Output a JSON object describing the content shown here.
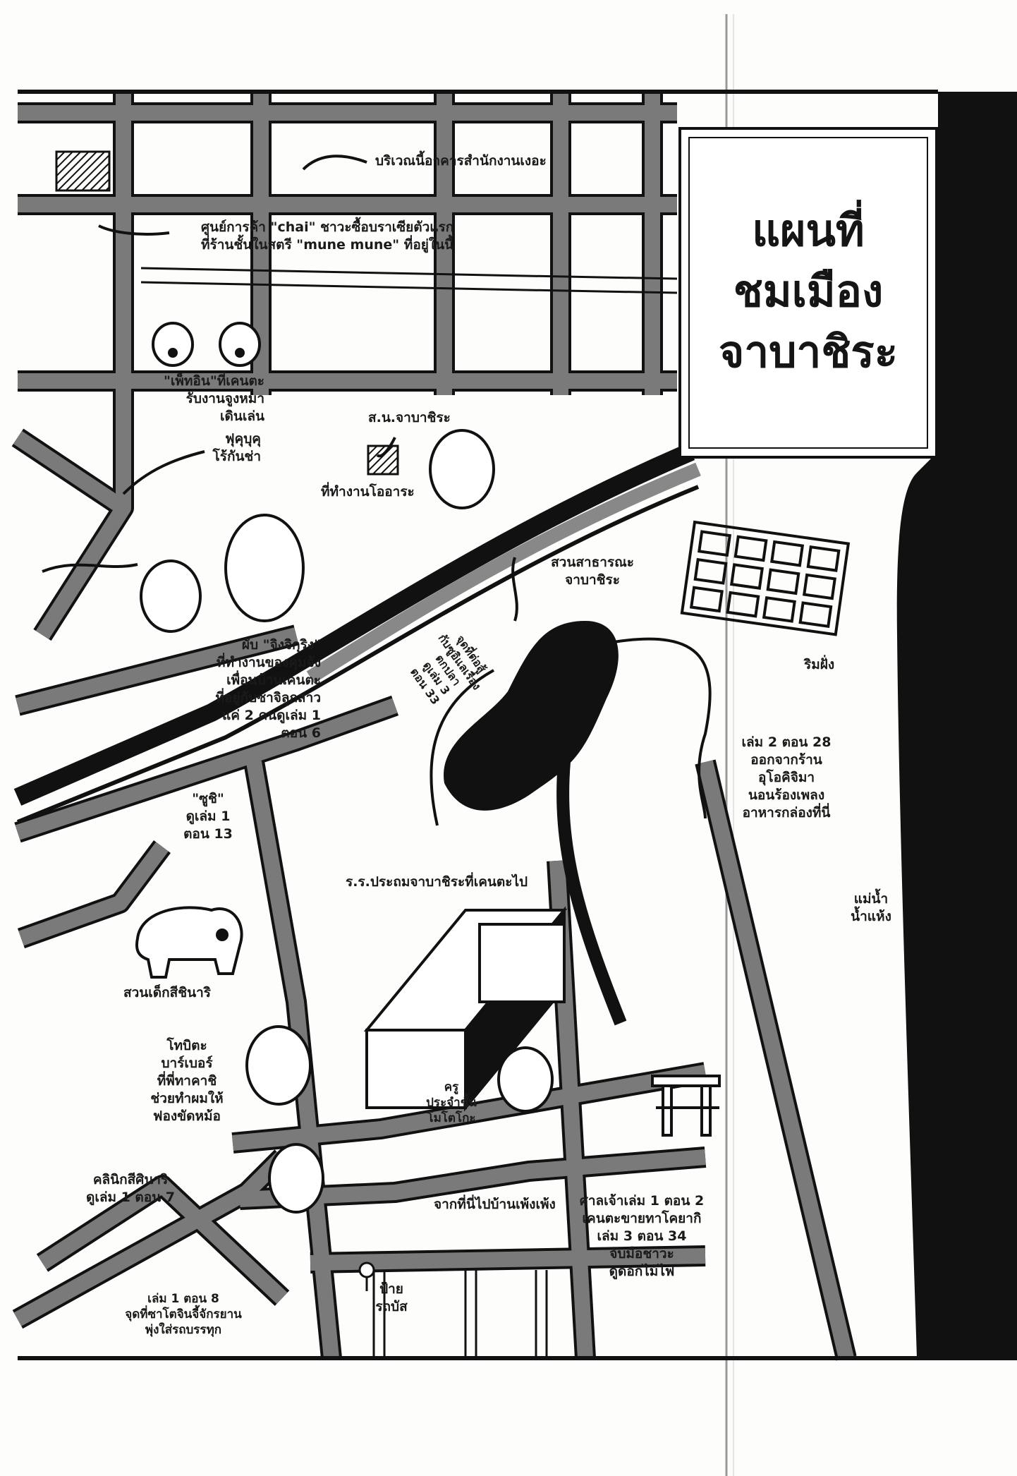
{
  "title": "แผนที่\nชมเมือง\nจาบาชิระ",
  "labels": {
    "office_area": "บริเวณนี้อาคารสำนักงานเงอะ",
    "mall": "ศูนย์การค้า \"chai\" ชาวะซื้อบราเซียตัวแรก\nที่ร้านชั้นในสตรี \"mune mune\" ที่อยู่ในนี้",
    "pet_inn": "\"เพ็ทอิน\"ที่เคนตะ\nรับงานจูงหมา\nเดินเล่น",
    "fukubuku": "ฟุคุบุคุ\nโร้กันช่า",
    "police": "ส.น.จาบาชิระ",
    "oara_office": "ที่ทำงานโออาระ",
    "pub": "ผับ \"จิงจิกุริง\"\nที่ทำงานของคุมจัง\nเพื่อนบ้านเคนตะ\nที่อยู่กับซาจิลูกสาว\nแค่ 2 คนดูเล่ม 1\nตอน 6",
    "sushi": "\"ซูชิ\"\nดูเล่ม 1\nตอน 13",
    "park": "สวนสาธารณะ\nจาบาชิระ",
    "fishing": "จุดที่ต่อสู้\nกับซูอิแลเรื่อง\nตกปลา\nดูเล่ม 3\nตอน 33",
    "riverbank": "ริมฝั่ง",
    "vol2_ep28": "เล่ม 2 ตอน 28\nออกจากร้าน\nอุโอคิจิมา\nนอนร้องเพลง\nอาหารกล่องที่นี่",
    "river": "แม่น้ำ\nน้ำแห้ง",
    "school": "ร.ร.ประถมจาบาชิระที่เคนตะไป",
    "kids_park": "สวนเด็กสีชินาริ",
    "barber": "โทบิตะ\nบาร์เบอร์\nที่พี่ทาคาชิ\nช่วยทำผมให้\nฟองขัดหม้อ",
    "teacher": "ครู\nประจำชั้น\nโมโตโกะ",
    "clinic": "คลินิกสีศินาริ\nดูเล่ม 1 ตอน 7",
    "vol1_ep8": "เล่ม 1 ตอน 8\nจุดที่ซาโตจินจี้จักรยาน\nพุ่งใส่รถบรรทุก",
    "to_pengpeng": "จากที่นี่ไปบ้านเพ้งเพ้ง",
    "bus_stop": "ป้าย\nรถบัส",
    "shrine": "ศาลเจ้าเล่ม 1 ตอน 2\nเคนตะขายทาโคยากิ\nเล่ม 3 ตอน 34\nจับมือชาวะ\nดูดอกไม้ไฟ"
  },
  "colors": {
    "road": "#7a7a7a",
    "ink": "#111111",
    "paper": "#fdfdfb"
  }
}
